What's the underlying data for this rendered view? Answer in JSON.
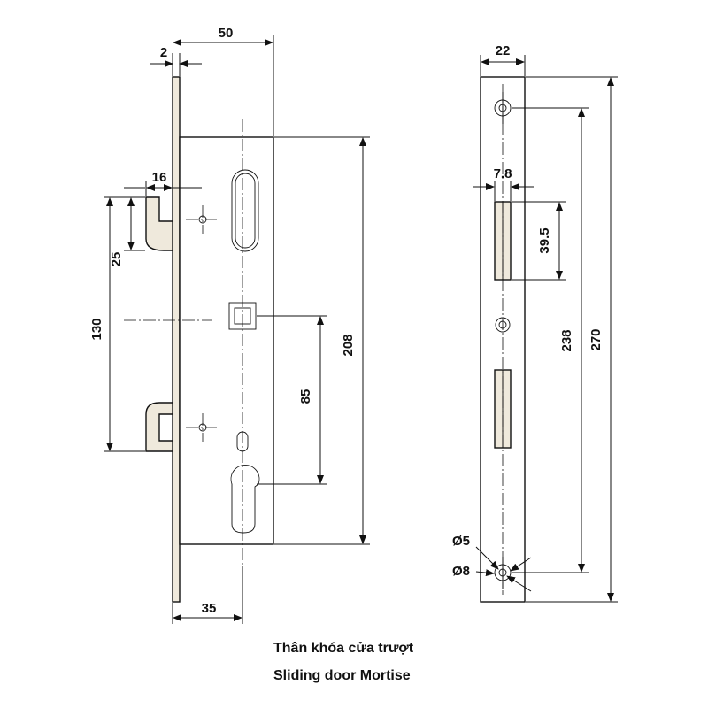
{
  "caption": {
    "line1": "Thân khóa cửa trượt",
    "line2": "Sliding door Mortise"
  },
  "dimensions": {
    "plate_thickness": "2",
    "body_depth": "50",
    "hook_width": "16",
    "hook_height": "25",
    "hook_spacing": "130",
    "body_length": "208",
    "spindle_to_cylinder": "85",
    "backset": "35",
    "faceplate_width": "22",
    "hook_slot_width": "7.8",
    "hook_slot_height": "39.5",
    "screw_hole_spacing": "238",
    "faceplate_length": "270",
    "hole_small": "Ø5",
    "hole_large": "Ø8"
  }
}
